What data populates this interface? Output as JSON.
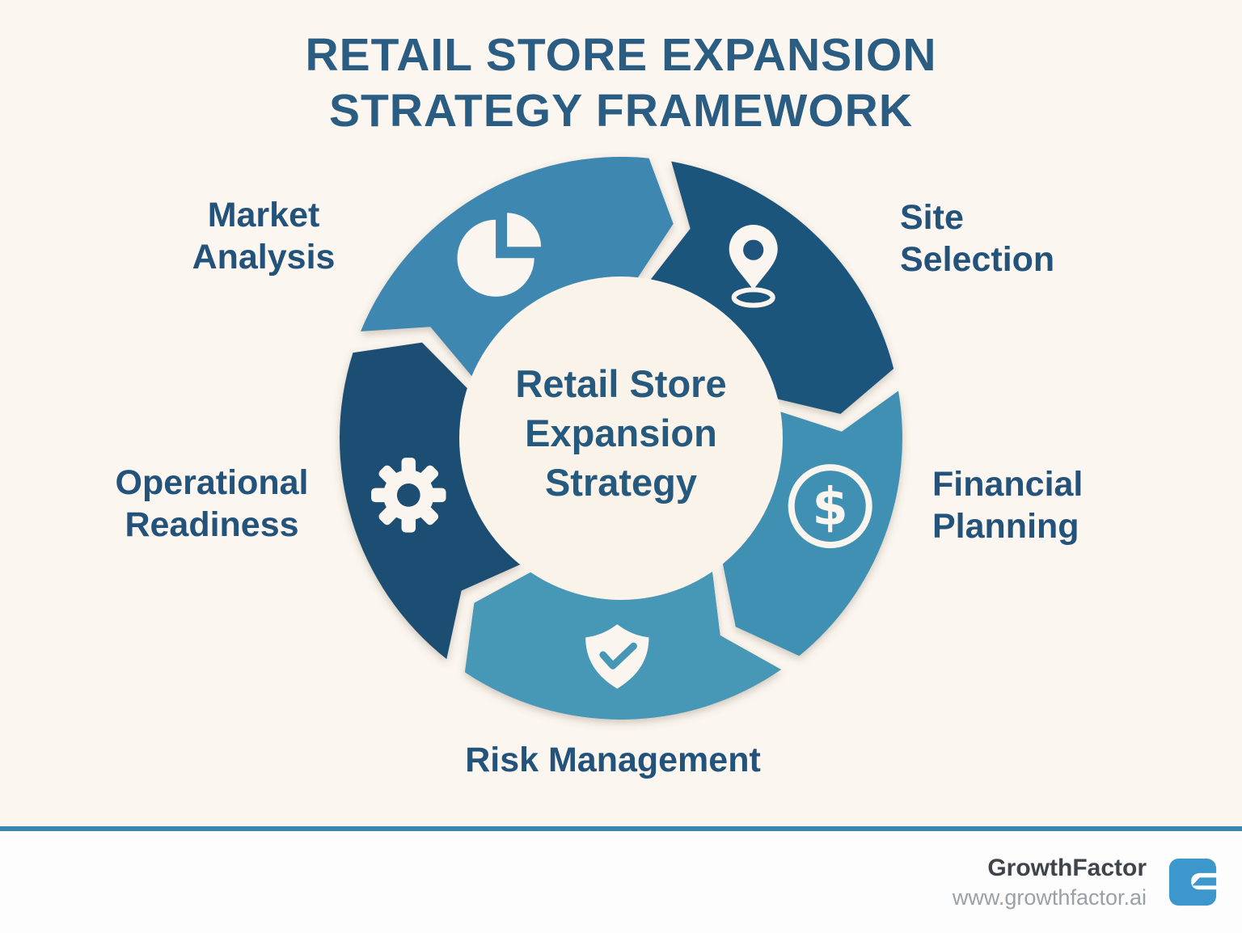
{
  "title": {
    "line1": "RETAIL STORE EXPANSION",
    "line2": "STRATEGY FRAMEWORK"
  },
  "center_label": {
    "lines": [
      "Retail Store",
      "Expansion",
      "Strategy"
    ]
  },
  "diagram": {
    "type": "cycle",
    "direction": "clockwise",
    "segments": [
      {
        "id": "market-analysis",
        "name": "Market Analysis",
        "label_lines": [
          "Market",
          "Analysis"
        ],
        "icon": "pie_chart",
        "color": "#3c87b0",
        "start_angle": 290,
        "end_angle": 368,
        "icon_angle": 326
      },
      {
        "id": "site-selection",
        "name": "Site Selection",
        "label_lines": [
          "Site",
          "Selection"
        ],
        "icon": "location_pin",
        "color": "#1f547c",
        "start_angle": 8,
        "end_angle": 78,
        "icon_angle": 37
      },
      {
        "id": "financial-planning",
        "name": "Financial Planning",
        "label_lines": [
          "Financial",
          "Planning"
        ],
        "icon": "dollar_circle",
        "color": "#3f90b4",
        "start_angle": 78,
        "end_angle": 143,
        "icon_angle": 108
      },
      {
        "id": "risk-management",
        "name": "Risk Management",
        "label_lines": [
          "Risk Management"
        ],
        "icon": "shield_check",
        "color": "#4697b6",
        "start_angle": 143,
        "end_angle": 216,
        "icon_angle": 181
      },
      {
        "id": "operational-readiness",
        "name": "Operational Readiness",
        "label_lines": [
          "Operational",
          "Readiness"
        ],
        "icon": "gear",
        "color": "#1e4d72",
        "start_angle": 216,
        "end_angle": 290,
        "icon_angle": 255
      }
    ]
  },
  "palette": {
    "background": "#fbf6ef",
    "center_circle": "#faf3ea",
    "title_color": "#2b5d83",
    "label_color": "#23527a",
    "icon_color": "#faf5ee",
    "divider_color": "#3a86ac",
    "footer_background": "#fdfdfd",
    "logo_color": "#3b97cc"
  },
  "footer": {
    "brand": "GrowthFactor",
    "website": "www.growthfactor.ai"
  }
}
